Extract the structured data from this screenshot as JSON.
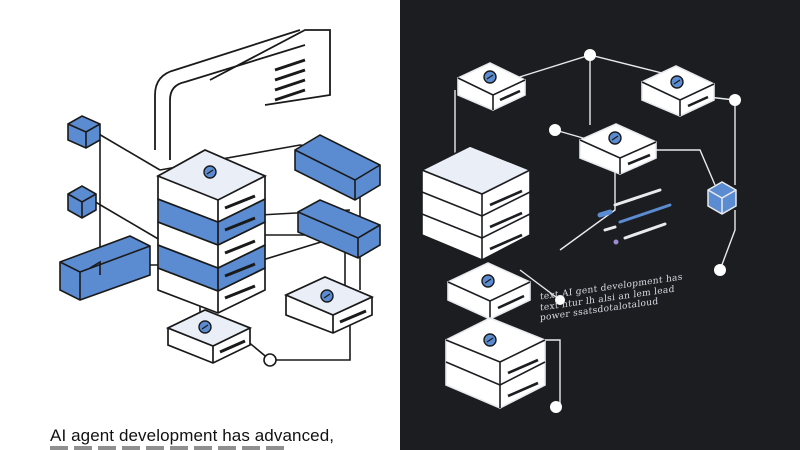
{
  "illustration": {
    "left_panel": {
      "theme": "light",
      "accent_color": "#5b8bd0",
      "line_color": "#1a1a1a"
    },
    "right_panel": {
      "theme": "dark",
      "background_color": "#1c1d20",
      "accent_color": "#5b8bd0",
      "line_color": "#e8eaee"
    }
  },
  "caption": {
    "text": "AI agent development has advanced,"
  },
  "overlay_text": {
    "text": "text AI  gent development has\ntext ntur lh alsi an  lem lead\npower ssatsdotalotaloud"
  }
}
